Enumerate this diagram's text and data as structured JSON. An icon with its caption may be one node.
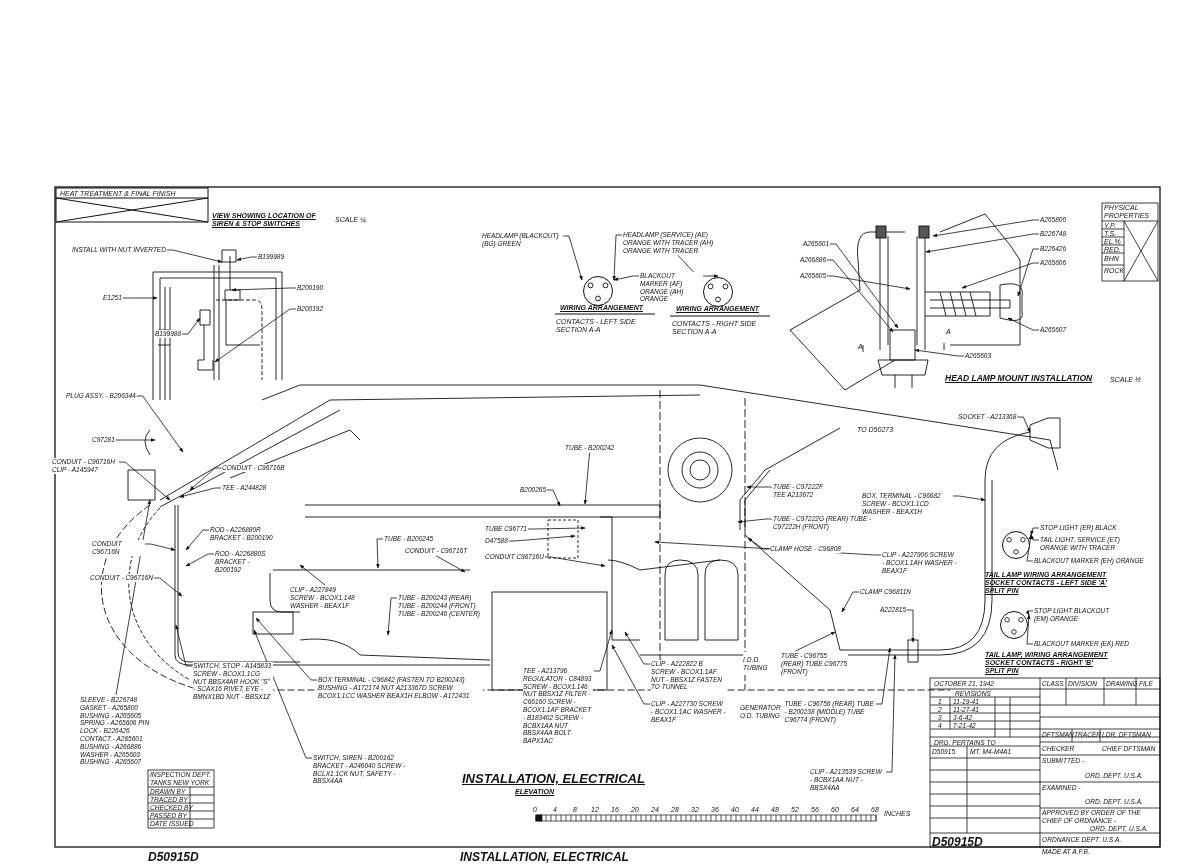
{
  "diagram": {
    "title": "INSTALLATION, ELECTRICAL",
    "nodes": [
      {
        "text": [
          "INSTALL WITH NUT INVERTED"
        ]
      },
      {
        "text": [
          "B199989"
        ]
      },
      {
        "text": [
          "B200190"
        ]
      },
      {
        "text": [
          "E1251"
        ]
      },
      {
        "text": [
          "B199988"
        ]
      },
      {
        "text": [
          "B200192"
        ]
      },
      {
        "text": [
          "HEADLAMP (BLACKOUT) (BG) GREEN"
        ]
      },
      {
        "text": [
          "HEADLAMP (SERVICE) (AE) ORANGE WITH TRACER (AH) ORANGE WITH TRACER"
        ]
      },
      {
        "text": [
          "BLACKOUT MARKER (AF) ORANGE (AH) ORANGE"
        ]
      },
      {
        "text": [
          "A265800"
        ]
      },
      {
        "text": [
          "B226748"
        ]
      },
      {
        "text": [
          "B226426"
        ]
      },
      {
        "text": [
          "A265606"
        ]
      },
      {
        "text": [
          "A265601"
        ]
      },
      {
        "text": [
          "A266886"
        ]
      },
      {
        "text": [
          "A265605"
        ]
      },
      {
        "text": [
          "A265607"
        ]
      },
      {
        "text": [
          "A265603"
        ]
      },
      {
        "text": [
          "PLUG ASSY. - B206344"
        ]
      },
      {
        "text": [
          "C97281"
        ]
      },
      {
        "text": [
          "CONDUIT - C96716H CLIP - A145947"
        ]
      },
      {
        "text": [
          "CONDUIT - C96716B"
        ]
      },
      {
        "text": [
          "TEE - A244828"
        ]
      },
      {
        "text": [
          "CONDUIT C96716N"
        ]
      },
      {
        "text": [
          "ROD - A226880R BRACKET - B200190"
        ]
      },
      {
        "text": [
          "ROD - A226880S BRACKET - B200192"
        ]
      },
      {
        "text": [
          "CONDUIT - C96716N"
        ]
      },
      {
        "text": [
          "TUBE - B200245"
        ]
      },
      {
        "text": [
          "CONDUIT - C96716T"
        ]
      },
      {
        "text": [
          "CLIP - A227849 SCREW - BCOX1.148 WASHER - BEAX1F"
        ]
      },
      {
        "text": [
          "TUBE - B200243 (REAR) TUBE - B200244 (FRONT) TUBE - B200246 (CENTER)"
        ]
      },
      {
        "text": [
          "SWITCH, STOP - A145833 SCREW - BCOX1.1CG NUT BBSX4AR HOOK \"S\" - SCAX16 RIVET, EYE - BMNX1BD NUT - BBSX1Z"
        ]
      },
      {
        "text": [
          "BOX TERMINAL - C96842 (FASTEN TO B200243) BUSHING - A172174 NUT A213367D SCREW BCOX1.1CC WASHER BEAX1H ELBOW - A172431"
        ]
      },
      {
        "text": [
          "SWITCH, SIREN - B200162 BRACKET - A246040 SCREW - BCLX1.1CK NUT, SAFETY - BBSX4AA"
        ]
      },
      {
        "text": [
          "SLEEVE - B226748 GASKET - A265800 BUSHING - A265605 SPRING - A265606 PIN LOCK - B226426 CONTACT - A265601 BUSHING - A266886 WASHER - A265603 BUSHING - A265607"
        ]
      },
      {
        "text": [
          "TUBE - B200242"
        ]
      },
      {
        "text": [
          "B200265"
        ]
      },
      {
        "text": [
          "TUBE C96771"
        ]
      },
      {
        "text": [
          "D47588"
        ]
      },
      {
        "text": [
          "CONDUIT C96716U"
        ]
      },
      {
        "text": [
          "TEE - A213796 REGULATOR - C84893 SCREW - BCOX1.146 NUT BBSX1Z FILTER - C66160 SCREW - BCOX1.1AF BRACKET - B183402 SCREW - BCBX1AA NUT BBSX4AA BOLT BAPX1AC"
        ]
      },
      {
        "text": [
          "TUBE - C97222F TEE A213672"
        ]
      },
      {
        "text": [
          "TUBE - C97222G (REAR) TUBE - C97222H (FRONT)"
        ]
      },
      {
        "text": [
          "CLAMP HOSE - C96808"
        ]
      },
      {
        "text": [
          "BOX, TERMINAL - C96682 SCREW - BCOX1.1CD WASHER - BEAX1H"
        ]
      },
      {
        "text": [
          "CLIP - A227906 SCREW - BCOX1.1AH WASHER - BEAX1F"
        ]
      },
      {
        "text": [
          "CLAMP C96811N"
        ]
      },
      {
        "text": [
          "A222815"
        ]
      },
      {
        "text": [
          "SOCKET - A213368"
        ]
      },
      {
        "text": [
          "STOP LIGHT (ER) BLACK"
        ]
      },
      {
        "text": [
          "TAIL LIGHT, SERVICE (ET) ORANGE WITH TRACER"
        ]
      },
      {
        "text": [
          "BLACKOUT MARKER (EH) ORANGE"
        ]
      },
      {
        "text": [
          "STOP LIGHT BLACKOUT (EM) ORANGE"
        ]
      },
      {
        "text": [
          "BLACKOUT MARKER (EK) RED"
        ]
      },
      {
        "text": [
          "CLIP - A222822 B SCREW - BCOX1.1AF NUT - BBSX1Z FASTEN TO TUNNEL"
        ]
      },
      {
        "text": [
          "CLIP - A227730 SCREW - BCOX1.1AC WASHER - BEAX1F"
        ]
      },
      {
        "text": [
          "I.O.D. TUBING",
          "TUBE - C96755 (REAR) TUBE C96775 (FRONT)"
        ]
      },
      {
        "text": [
          "GENERATOR O.D. TUBING",
          "TUBE - C96756 (REAR) TUBE - B200238 (MIDDLE) TUBE C96774 (FRONT)"
        ]
      },
      {
        "text": [
          "CLIP - A213539 SCREW - BCBX1AA NUT - BBSX4AA"
        ]
      },
      {
        "text": [],
        "shape": "circle"
      },
      {
        "text": [],
        "shape": "circle"
      },
      {
        "text": [],
        "shape": "circle"
      },
      {
        "text": [],
        "shape": "circle"
      }
    ],
    "edges": [
      {
        "from": 0,
        "to": null,
        "arrow": "to"
      },
      {
        "from": 1,
        "to": null,
        "arrow": "to"
      },
      {
        "from": 2,
        "to": null,
        "arrow": "to"
      },
      {
        "from": 3,
        "to": null,
        "arrow": "to"
      },
      {
        "from": 4,
        "to": null,
        "arrow": "to"
      },
      {
        "from": 5,
        "to": null,
        "arrow": "to"
      },
      {
        "from": 6,
        "to": 59,
        "arrow": "to"
      },
      {
        "from": 7,
        "to": 59,
        "arrow": "to"
      },
      {
        "from": 7,
        "to": 60,
        "arrow": "to"
      },
      {
        "from": 8,
        "to": 59,
        "arrow": "to"
      },
      {
        "from": 8,
        "to": 60,
        "arrow": "to"
      },
      {
        "from": 9,
        "to": null,
        "arrow": "to"
      },
      {
        "from": 10,
        "to": null,
        "arrow": "to"
      },
      {
        "from": 11,
        "to": null,
        "arrow": "to"
      },
      {
        "from": 12,
        "to": null,
        "arrow": "to"
      },
      {
        "from": 13,
        "to": null,
        "arrow": "to"
      },
      {
        "from": 14,
        "to": null,
        "arrow": "to"
      },
      {
        "from": 15,
        "to": null,
        "arrow": "to"
      },
      {
        "from": 16,
        "to": null,
        "arrow": "to"
      },
      {
        "from": 17,
        "to": null,
        "arrow": "to"
      },
      {
        "from": 18,
        "to": null,
        "arrow": "to"
      },
      {
        "from": 19,
        "to": null,
        "arrow": "to"
      },
      {
        "from": 20,
        "to": null,
        "arrow": "to"
      },
      {
        "from": 21,
        "to": null,
        "arrow": "to"
      },
      {
        "from": 22,
        "to": null,
        "arrow": "to"
      },
      {
        "from": 23,
        "to": null,
        "arrow": "to"
      },
      {
        "from": 24,
        "to": null,
        "arrow": "to"
      },
      {
        "from": 25,
        "to": null,
        "arrow": "to"
      },
      {
        "from": 26,
        "to": null,
        "arrow": "to"
      },
      {
        "from": 27,
        "to": null,
        "arrow": "to"
      },
      {
        "from": 28,
        "to": null,
        "arrow": "to"
      },
      {
        "from": 29,
        "to": null,
        "arrow": "to"
      },
      {
        "from": 30,
        "to": null,
        "arrow": "to"
      },
      {
        "from": 31,
        "to": null,
        "arrow": "to"
      },
      {
        "from": 32,
        "to": null,
        "arrow": "to"
      },
      {
        "from": 33,
        "to": null,
        "arrow": "to"
      },
      {
        "from": 34,
        "to": null,
        "arrow": "to"
      },
      {
        "from": 35,
        "to": null,
        "arrow": "to"
      },
      {
        "from": 36,
        "to": null,
        "arrow": "to"
      },
      {
        "from": 37,
        "to": null,
        "arrow": "to"
      },
      {
        "from": 38,
        "to": null,
        "arrow": "to"
      },
      {
        "from": 39,
        "to": null,
        "arrow": "to"
      },
      {
        "from": 40,
        "to": null,
        "arrow": "to"
      },
      {
        "from": 41,
        "to": null,
        "arrow": "to"
      },
      {
        "from": 42,
        "to": null,
        "arrow": "to"
      },
      {
        "from": 43,
        "to": null,
        "arrow": "to"
      },
      {
        "from": 44,
        "to": null,
        "arrow": "to"
      },
      {
        "from": 45,
        "to": null,
        "arrow": "to"
      },
      {
        "from": 46,
        "to": null,
        "arrow": "to"
      },
      {
        "from": 47,
        "to": null,
        "arrow": "to"
      },
      {
        "from": 48,
        "to": null,
        "arrow": "to"
      },
      {
        "from": 49,
        "to": 61,
        "arrow": "to"
      },
      {
        "from": 50,
        "to": 61,
        "arrow": "to"
      },
      {
        "from": 51,
        "to": 61,
        "arrow": "to"
      },
      {
        "from": 52,
        "to": 62,
        "arrow": "to"
      },
      {
        "from": 53,
        "to": 62,
        "arrow": "to"
      },
      {
        "from": 54,
        "to": null,
        "arrow": "to"
      },
      {
        "from": 55,
        "to": null,
        "arrow": "to"
      },
      {
        "from": 56,
        "to": null,
        "arrow": "to"
      },
      {
        "from": 57,
        "to": null,
        "arrow": "to"
      },
      {
        "from": 58,
        "to": null,
        "arrow": "to"
      }
    ],
    "labels": [
      "HEAT TREATMENT & FINAL FINISH",
      "VIEW SHOWING LOCATION OF SIREN & STOP SWITCHES",
      "SCALE ¼",
      "WIRING ARRANGEMENT",
      "CONTACTS - LEFT SIDE SECTION A-A",
      "WIRING ARRANGEMENT",
      "CONTACTS - RIGHT SIDE SECTION A-A",
      "A",
      "A",
      "HEAD LAMP MOUNT INSTALLATION",
      "SCALE ½",
      "PHYSICAL PROPERTIES",
      "Y.P.",
      "T.S.",
      "EL.%",
      "RED.",
      "BHN",
      "ROCK",
      "TO D50273",
      "TAIL LAMP WIRING ARRANGEMENT SOCKET CONTACTS - LEFT SIDE 'A' SPLIT PIN",
      "TAIL LAMP, WIRING ARRANGEMENT SOCKET CONTACTS - RIGHT 'B' SPLIT PIN",
      "OCTOBER 21, 1942",
      "CLASS",
      "DIVISION",
      "DRAWING",
      "FILE",
      "REVISIONS",
      "1",
      "11-19-41",
      "2",
      "11-27-41",
      "3",
      "3-6-42",
      "4",
      "7-21-42",
      "DFTSMAN",
      "TRACER",
      "LDR. DFTSMAN",
      "DRG. PERTAINS TO",
      "D50915",
      "MT. M4-M4A1",
      "CHECKER",
      "CHIEF DFTSMAN",
      "SUBMITTED -",
      "ORD. DEPT. U.S.A.",
      "EXAMINED -",
      "ORD. DEPT. U.S.A.",
      "APPROVED BY ORDER OF THE CHIEF OF ORDNANCE -",
      "ORD. DEPT. U.S.A.",
      "D50915D",
      "ORDNANCE DEPT. U.S.A.",
      "MADE AT A.F.B.",
      "INSPECTION DEPT. TANKS NEW YORK",
      "DRAWN BY",
      "TRACED BY",
      "CHECKED BY",
      "PASSED BY",
      "DATE ISSUED",
      "ELEVATION",
      "0",
      "4",
      "8",
      "12",
      "16",
      "20",
      "24",
      "28",
      "32",
      "36",
      "40",
      "44",
      "48",
      "52",
      "56",
      "60",
      "64",
      "68",
      "INCHES",
      "D50915D",
      "INSTALLATION, ELECTRICAL"
    ]
  }
}
